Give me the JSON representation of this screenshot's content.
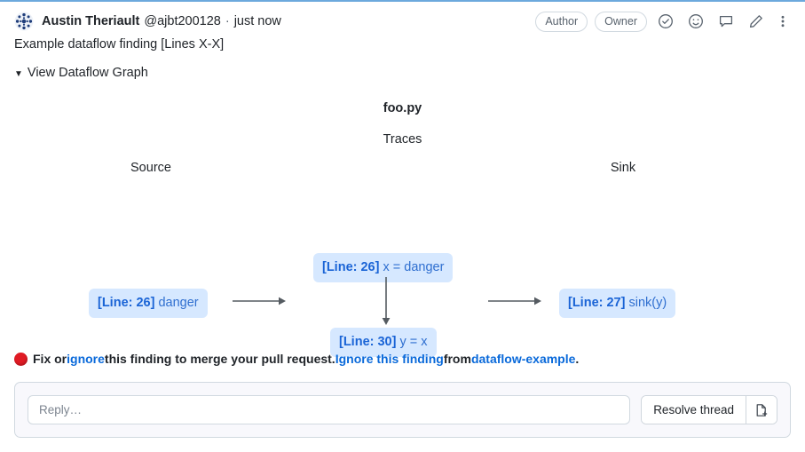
{
  "comment": {
    "author_name": "Austin Theriault",
    "author_handle": "@ajbt200128",
    "separator": "·",
    "timestamp": "just now",
    "body": "Example dataflow finding [Lines X-X]",
    "badges": [
      "Author",
      "Owner"
    ],
    "action_icons": [
      "check-circle-icon",
      "emoji-reaction-icon",
      "quote-reply-icon",
      "edit-pencil-icon",
      "kebab-menu-icon"
    ],
    "avatar": "user-avatar"
  },
  "details": {
    "toggle_marker": "▼",
    "toggle_label": "View Dataflow Graph"
  },
  "graph": {
    "file_title": "foo.py",
    "traces_label": "Traces",
    "source_label": "Source",
    "sink_label": "Sink",
    "nodes": {
      "source": {
        "line": "[Line: 26]",
        "code": "danger"
      },
      "trace1": {
        "line": "[Line: 26]",
        "code": "x = danger"
      },
      "trace2": {
        "line": "[Line: 30]",
        "code": "y = x"
      },
      "sink": {
        "line": "[Line: 27]",
        "code": "sink(y)"
      }
    },
    "node_bg": "#d6e8ff",
    "node_text_color": "#2f6fd0",
    "arrow_color": "#555b61"
  },
  "status": {
    "dot_color": "#e01b24",
    "text_1": "Fix or ",
    "link_1": "ignore",
    "text_2": " this finding to merge your pull request. ",
    "link_2": "Ignore this finding",
    "text_3": " from ",
    "link_3": "dataflow-example",
    "text_4": "."
  },
  "reply": {
    "placeholder": "Reply…",
    "value": "",
    "resolve_label": "Resolve thread",
    "attach_icon": "new-file-icon"
  }
}
